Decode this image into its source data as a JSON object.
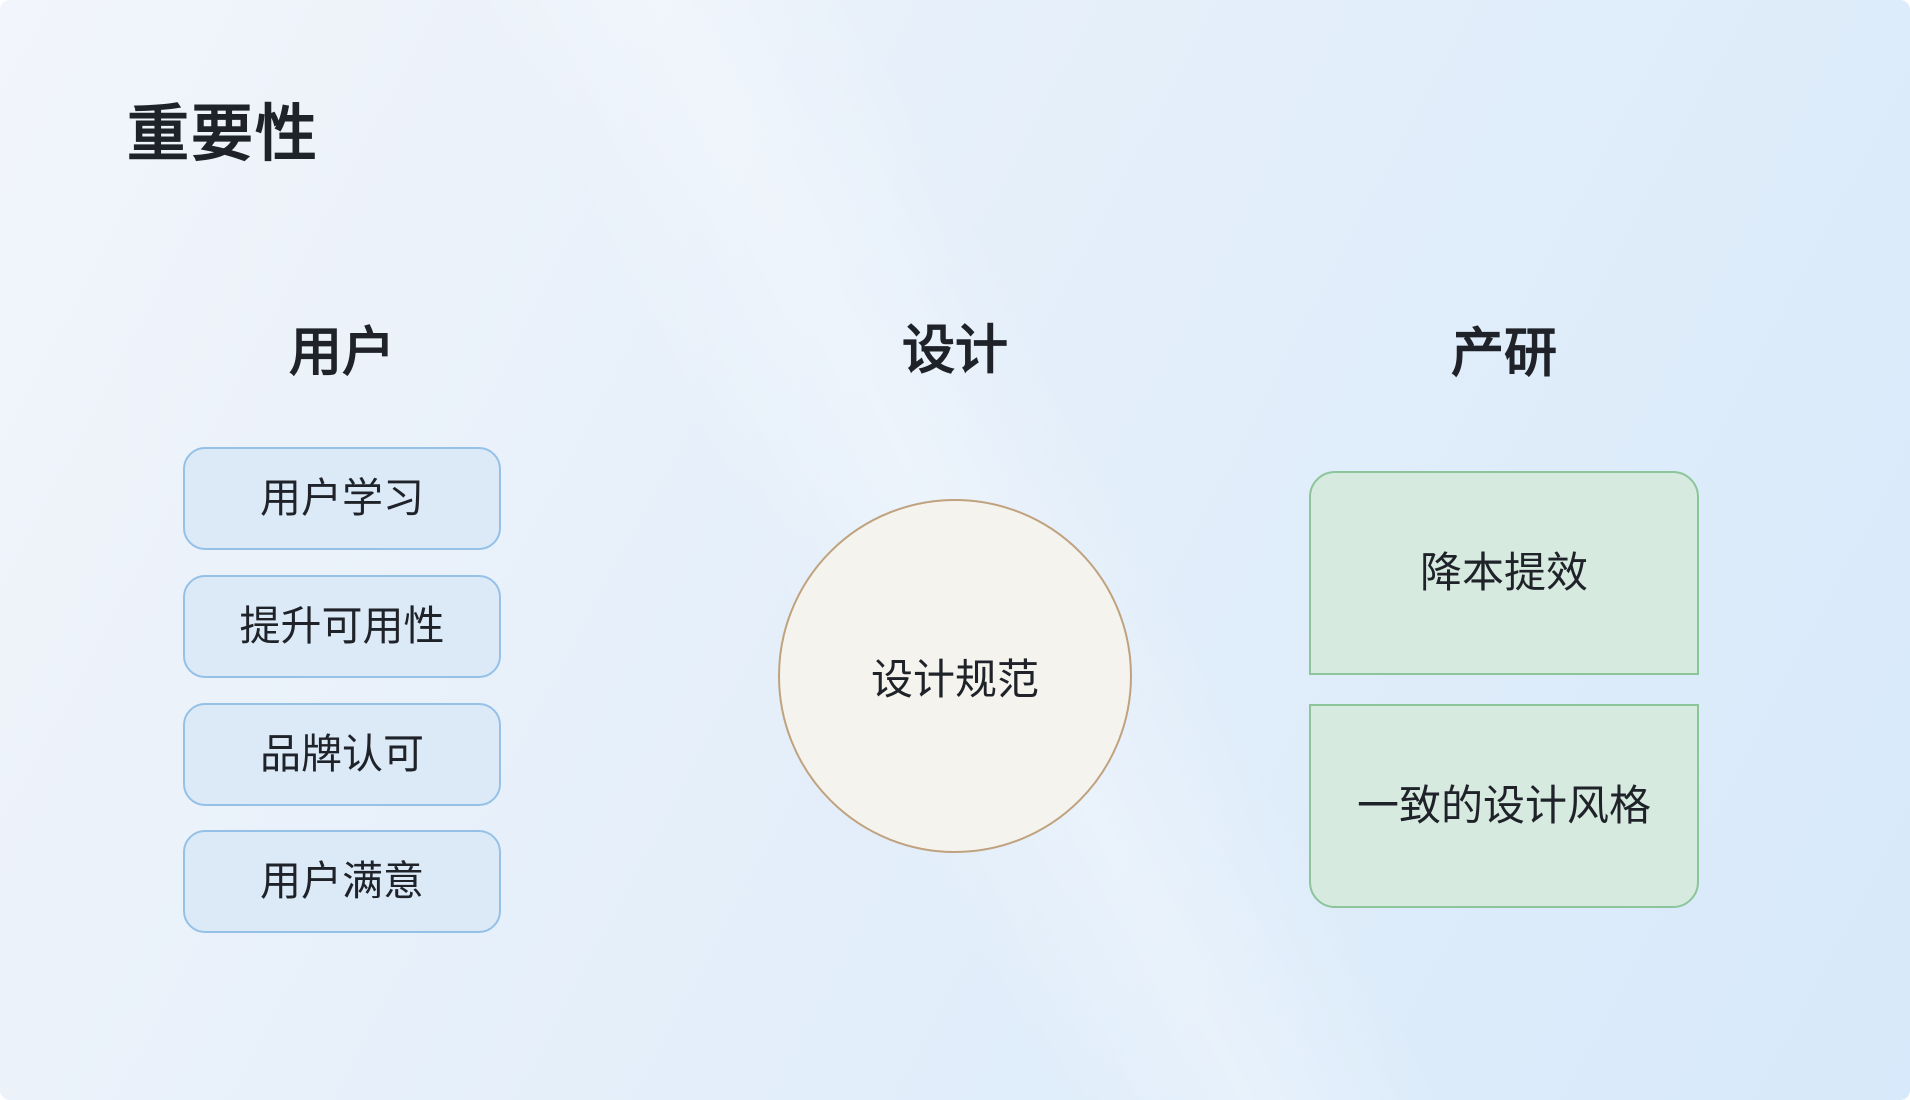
{
  "title": "重要性",
  "palette": {
    "bg_start": "#F2F5FB",
    "bg_mid": "#E5EFFA",
    "bg_end": "#D7E9FA",
    "blue_fill": "#DCEAF8",
    "blue_border": "#95C1E7",
    "green_fill": "#D7EAE0",
    "green_border": "#8CC59A",
    "circle_fill": "#F4F3EE",
    "circle_border": "#C0A27E",
    "text_dark": "#1F2329"
  },
  "columns": [
    {
      "id": "users",
      "header": "用户",
      "items": [
        "用户学习",
        "提升可用性",
        "品牌认可",
        "用户满意"
      ]
    },
    {
      "id": "design",
      "header": "设计",
      "circle_label": "设计规范"
    },
    {
      "id": "product",
      "header": "产研",
      "items": [
        "降本提效",
        "一致的设计风格"
      ]
    }
  ]
}
